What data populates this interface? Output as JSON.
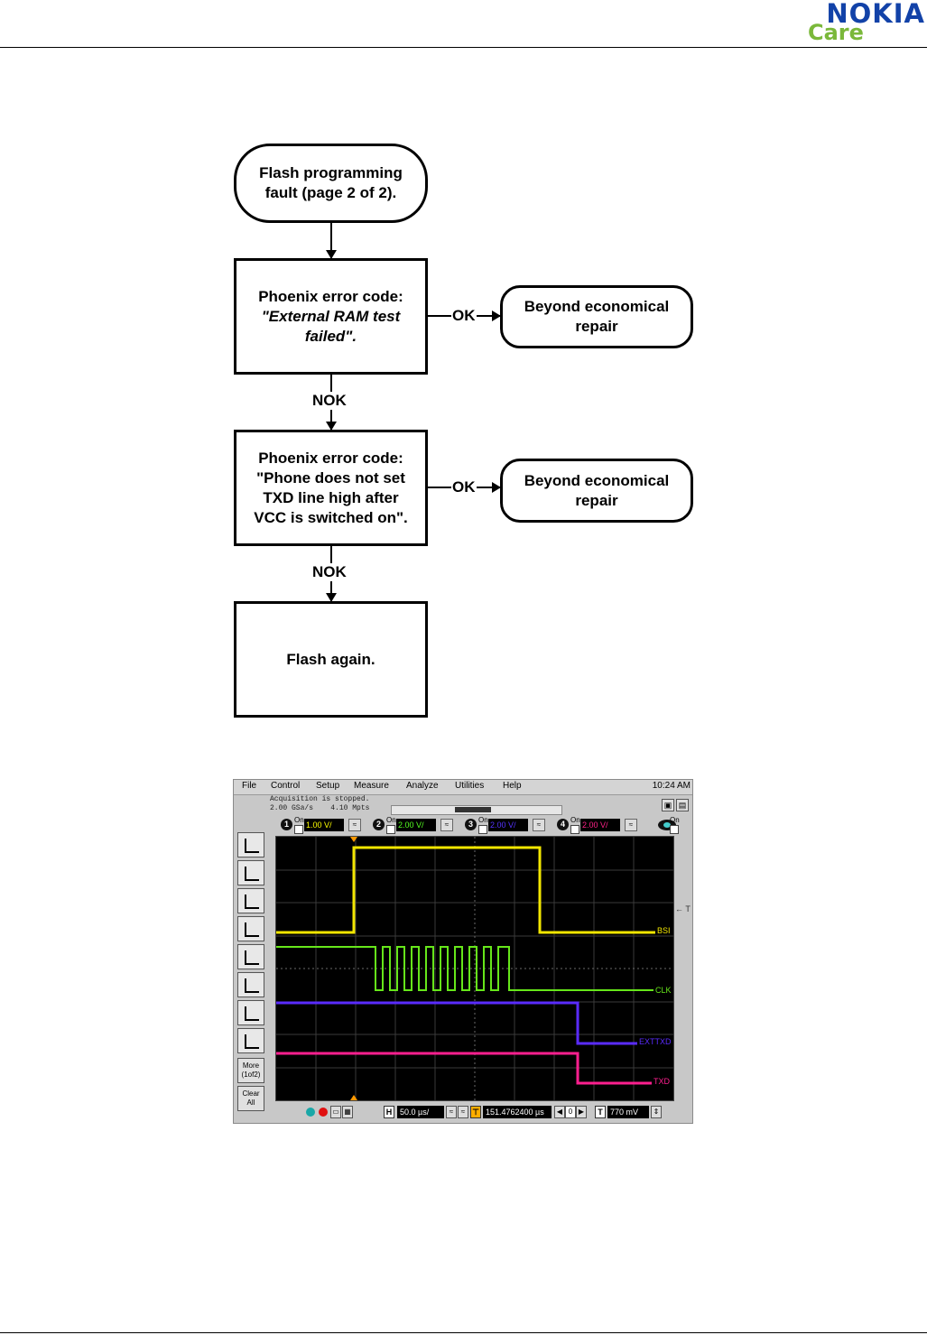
{
  "header": {
    "brand_nokia": "NOKIA",
    "brand_care": "Care",
    "colors": {
      "nokia_blue": "#1242a8",
      "care_green": "#7ab83a"
    }
  },
  "flowchart": {
    "start": "Flash programming\nfault (page 2 of 2).",
    "check1": "Phoenix error code:\n\"External RAM test\nfailed\".",
    "result1": "Beyond economical\nrepair",
    "check2": "Phoenix error code:\n\"Phone does not set\nTXD line high after\nVCC is switched on\".",
    "result2": "Beyond economical\nrepair",
    "action": "Flash again.",
    "labels": {
      "ok": "OK",
      "nok": "NOK"
    }
  },
  "scope": {
    "menu": [
      "File",
      "Control",
      "Setup",
      "Measure",
      "Analyze",
      "Utilities",
      "Help"
    ],
    "clock": "10:24 AM",
    "status_line1": "Acquisition is stopped.",
    "status_line2": "2.00 GSa/s    4.10 Mpts",
    "channels": [
      {
        "num": "1",
        "on": "On",
        "value": "1.00 V/",
        "color": "#ffff00"
      },
      {
        "num": "2",
        "on": "On",
        "value": "2.00 V/",
        "color": "#55ff22"
      },
      {
        "num": "3",
        "on": "On",
        "value": "2.00 V/",
        "color": "#5533ff"
      },
      {
        "num": "4",
        "on": "On",
        "value": "2.00 V/",
        "color": "#ff2288"
      }
    ],
    "extra_on": "On",
    "toolbar_more": "More\n(1of2)",
    "toolbar_clear": "Clear\nAll",
    "traces": [
      {
        "name": "BSI",
        "color": "#f2e600"
      },
      {
        "name": "CLK",
        "color": "#66e61a"
      },
      {
        "name": "EXTTXD",
        "color": "#5a2bff"
      },
      {
        "name": "TXD",
        "color": "#ff1f8f"
      }
    ],
    "trigger_marker": "← T",
    "timebase": {
      "h_tag": "H",
      "h_value": "50.0 µs/",
      "pos_value": "151.4762400 µs",
      "zero": "0",
      "t_tag": "T",
      "t_value": "770 mV"
    }
  }
}
